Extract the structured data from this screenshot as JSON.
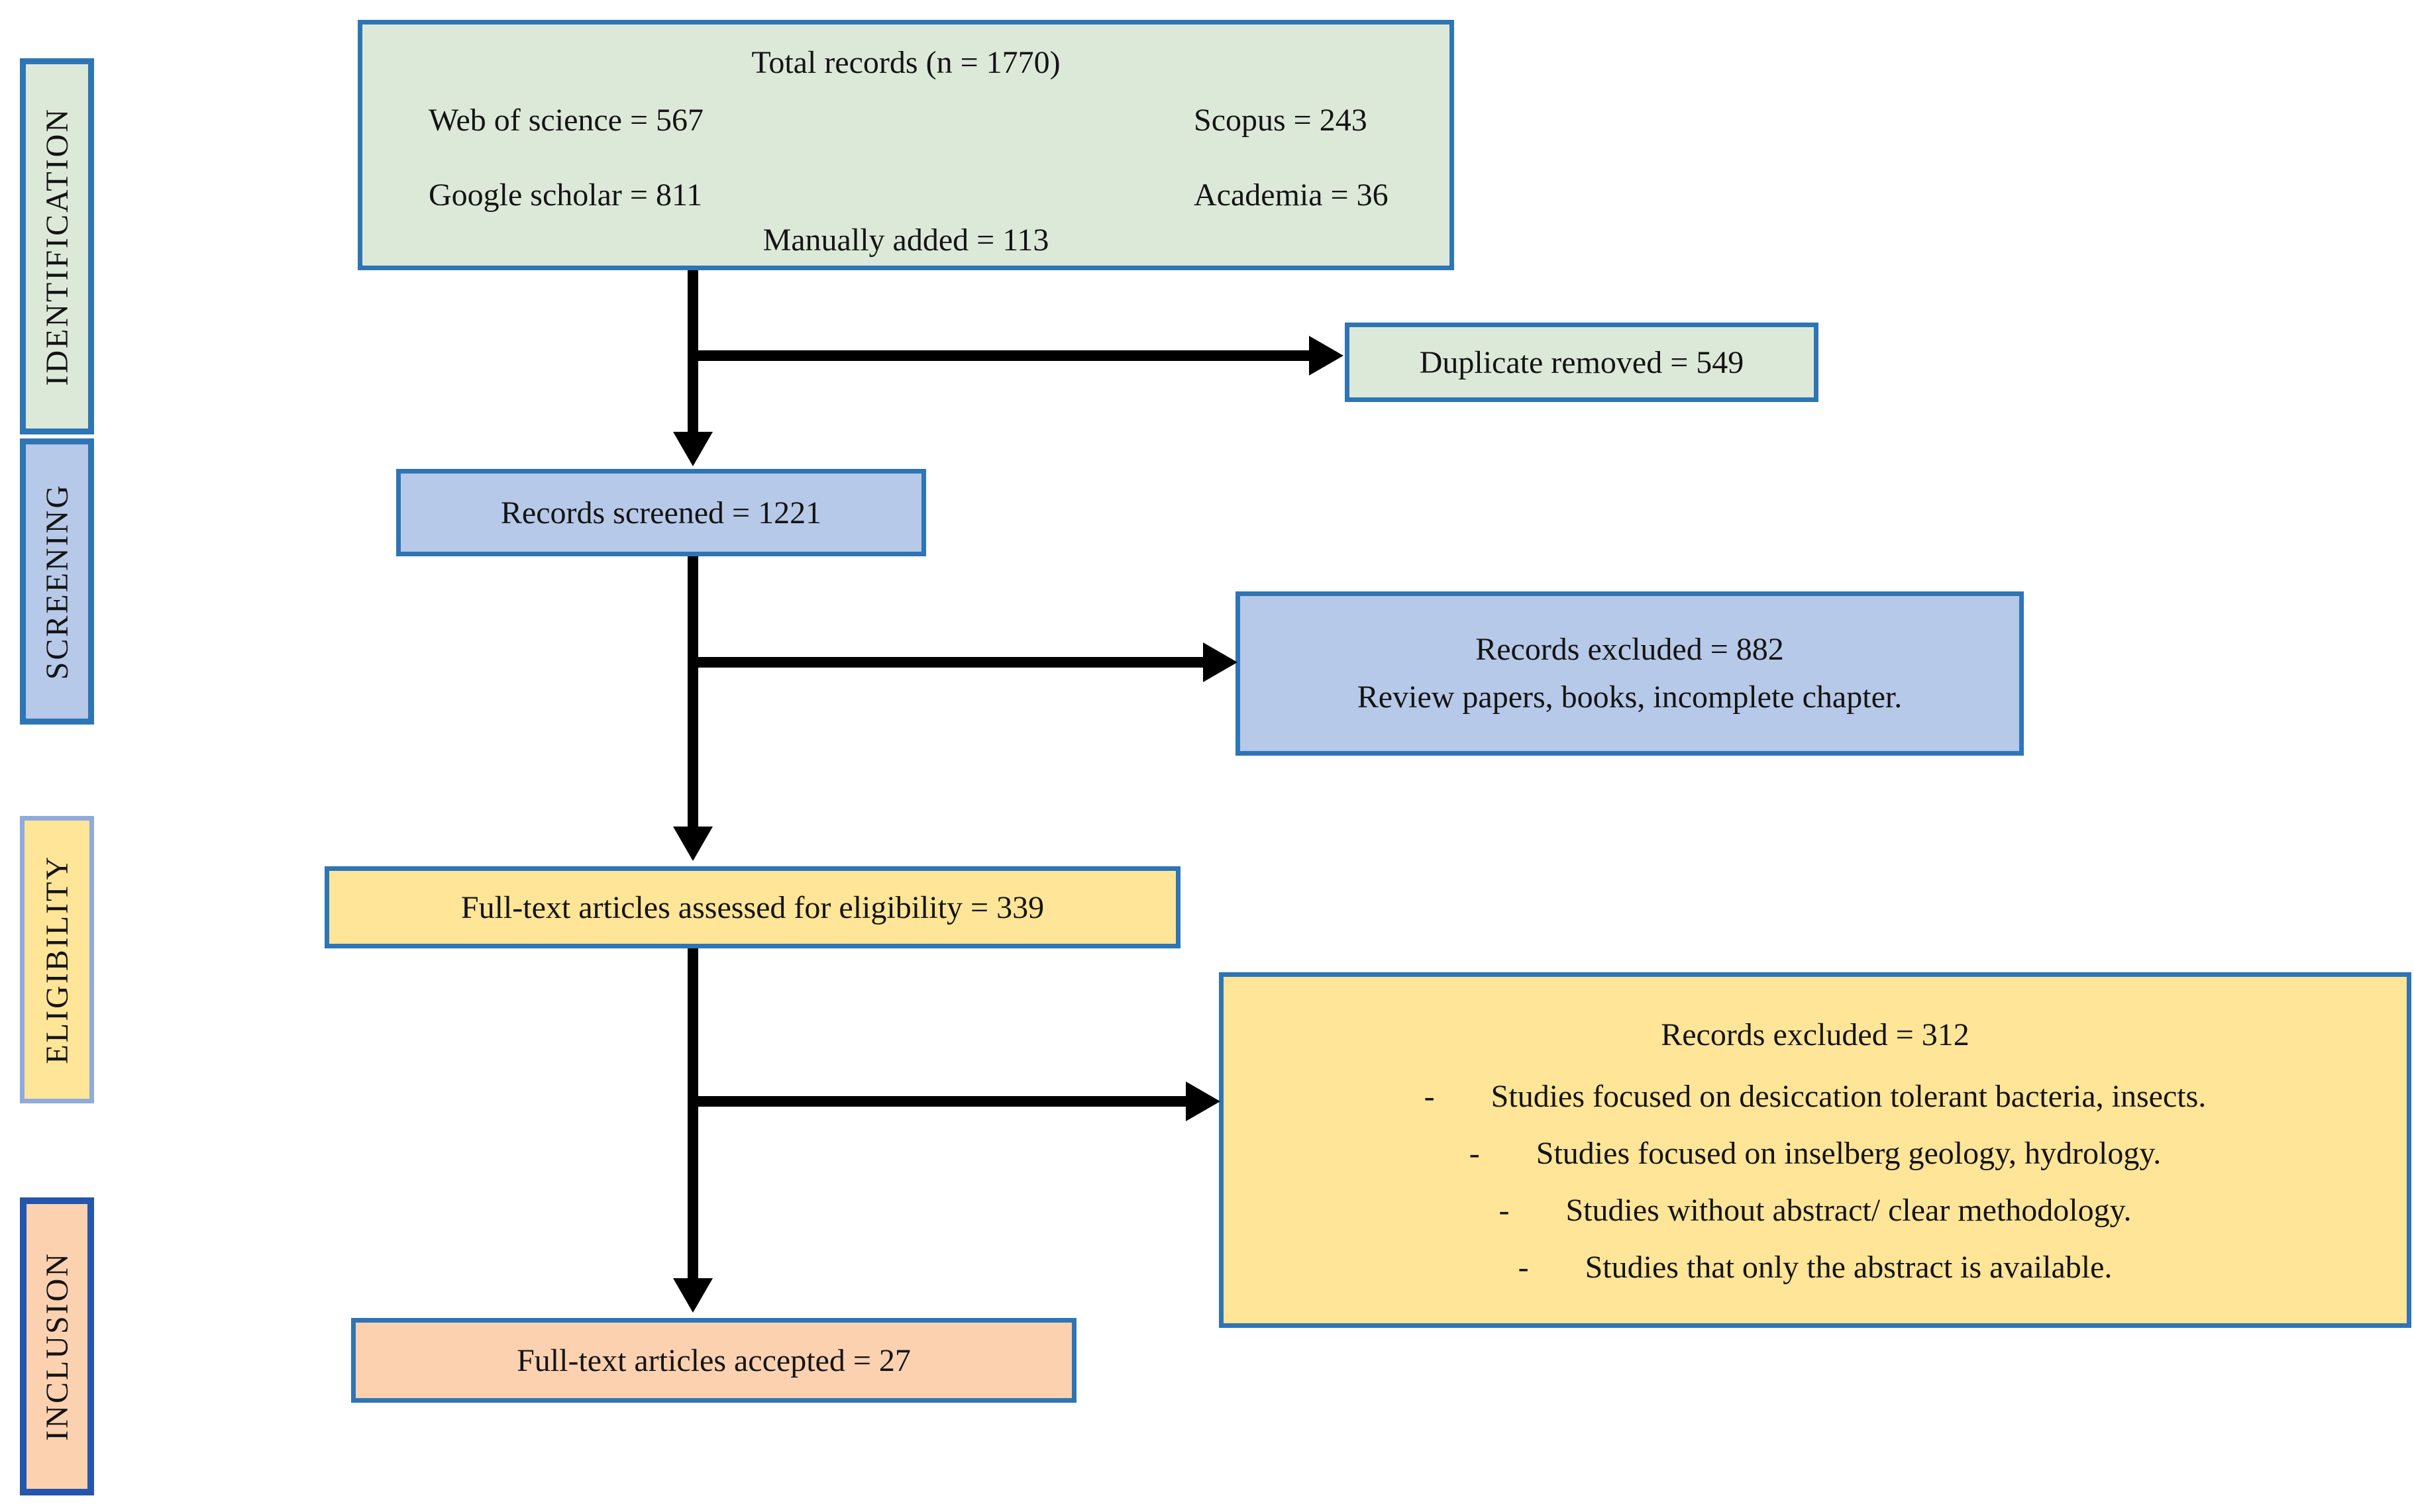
{
  "stages": {
    "identification": "IDENTIFICATION",
    "screening": "SCREENING",
    "eligibility": "ELIGIBILITY",
    "inclusion": "INCLUSION"
  },
  "boxes": {
    "total_records": {
      "title": "Total records (n = 1770)",
      "web_of_science": "Web of science = 567",
      "scopus": "Scopus = 243",
      "google_scholar": "Google scholar = 811",
      "academia": "Academia = 36",
      "manually_added": "Manually added = 113"
    },
    "duplicate_removed": {
      "text": "Duplicate removed = 549"
    },
    "records_screened": {
      "text": "Records screened = 1221"
    },
    "records_excluded_screening": {
      "line1": "Records excluded = 882",
      "line2": "Review papers, books, incomplete chapter."
    },
    "fulltext_assessed": {
      "text": "Full-text articles assessed for eligibility = 339"
    },
    "records_excluded_eligibility": {
      "title": "Records excluded = 312",
      "bullets": [
        {
          "marker": "-",
          "text": "Studies focused on desiccation tolerant bacteria, insects."
        },
        {
          "marker": "-",
          "text": "Studies focused on inselberg geology, hydrology."
        },
        {
          "marker": "-",
          "text": "Studies without abstract/ clear methodology."
        },
        {
          "marker": "-",
          "text": "Studies that only the abstract is available."
        }
      ]
    },
    "fulltext_accepted": {
      "text": "Full-text articles accepted = 27"
    }
  },
  "colors": {
    "content_border": "#2e75b6",
    "eligibility_border": "#8faadc",
    "inclusion_border": "#2456ae",
    "identification_fill": "#dde9d8",
    "screening_fill": "#b6c9e8",
    "eligibility_fill": "#ffe597",
    "inclusion_fill": "#fbd1b0",
    "arrow": "#000000"
  }
}
